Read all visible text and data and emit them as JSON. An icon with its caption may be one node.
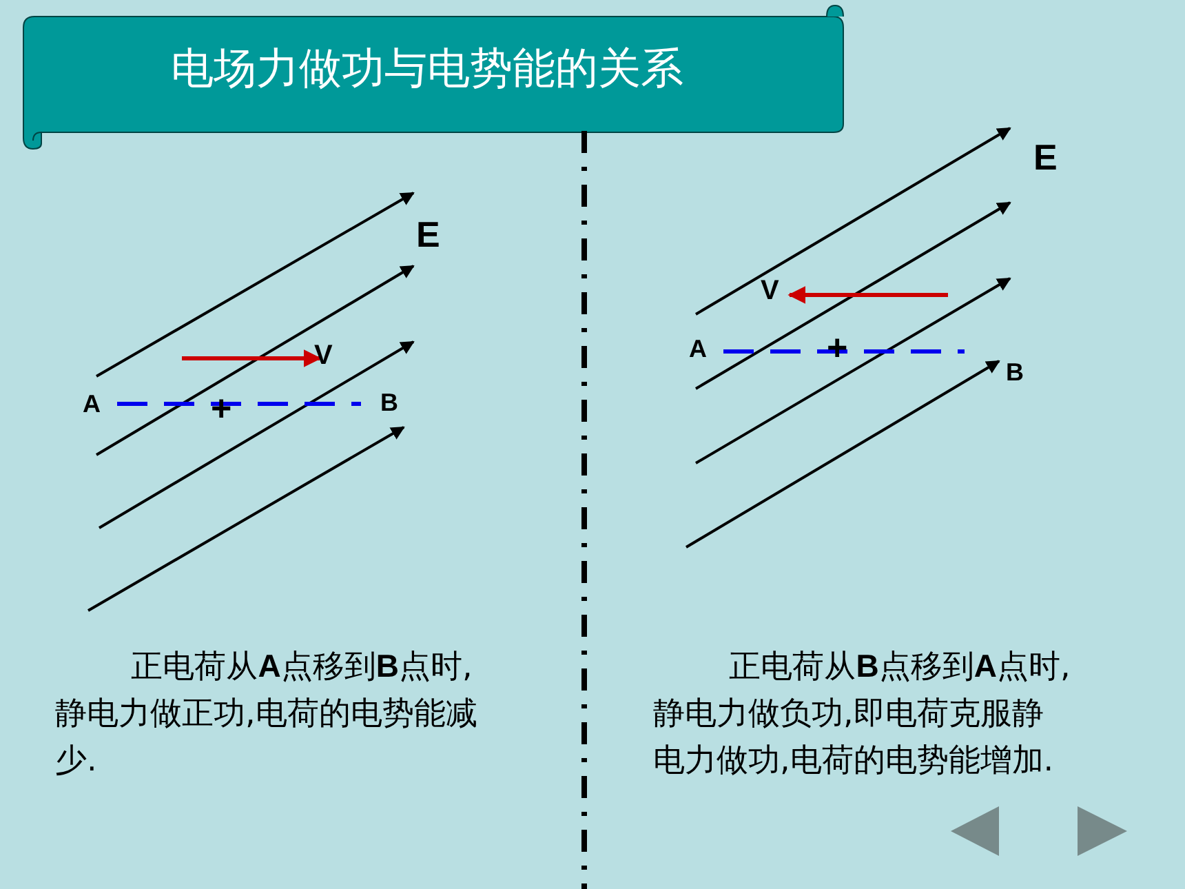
{
  "diagram": {
    "title": "电场力做功与电势能的关系",
    "labels": [
      "E",
      "V",
      "A",
      "+",
      "B",
      "正电荷从**A**点移到**B**点时,静电力做正功,电荷的电势能减少.",
      "E",
      "V",
      "A",
      "+",
      "B",
      "正电荷从**B**点移到**A**点时,静电力做负功,即电荷克服静电力做功,电荷的电势能增加."
    ]
  }
}
